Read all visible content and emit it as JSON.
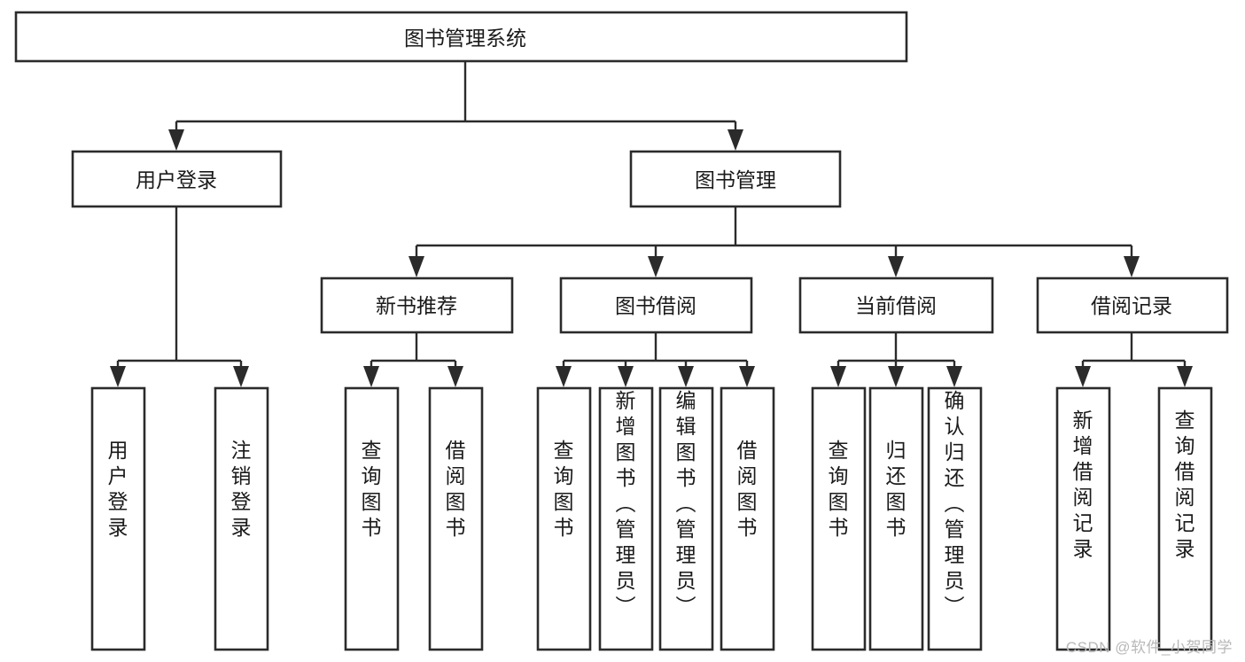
{
  "diagram": {
    "type": "tree",
    "title": "图书管理系统",
    "watermark": "CSDN @软件_小贺同学",
    "colors": {
      "box_stroke": "#2b2b2b",
      "box_fill": "#ffffff",
      "text": "#1a1a1a",
      "background": "#ffffff",
      "watermark": "#b8b8b8"
    },
    "root": {
      "label": "图书管理系统"
    },
    "level2": [
      {
        "label": "用户登录"
      },
      {
        "label": "图书管理"
      }
    ],
    "level3": [
      {
        "label": "新书推荐"
      },
      {
        "label": "图书借阅"
      },
      {
        "label": "当前借阅"
      },
      {
        "label": "借阅记录"
      }
    ],
    "leaves": {
      "user_login": [
        {
          "label": "用户登录"
        },
        {
          "label": "注销登录"
        }
      ],
      "new_book_recommend": [
        {
          "label": "查询图书"
        },
        {
          "label": "借阅图书"
        }
      ],
      "book_borrow": [
        {
          "label": "查询图书"
        },
        {
          "label": "新增图书（管理员）"
        },
        {
          "label": "编辑图书（管理员）"
        },
        {
          "label": "借阅图书"
        }
      ],
      "current_borrow": [
        {
          "label": "查询图书"
        },
        {
          "label": "归还图书"
        },
        {
          "label": "确认归还（管理员）"
        }
      ],
      "borrow_record": [
        {
          "label": "新增借阅记录"
        },
        {
          "label": "查询借阅记录"
        }
      ]
    }
  }
}
